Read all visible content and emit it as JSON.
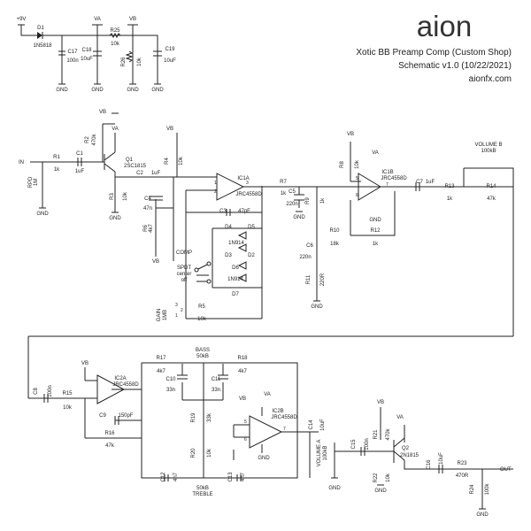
{
  "header": {
    "logo": "aion",
    "title": "Xotic BB Preamp Comp (Custom Shop)",
    "version": "Schematic v1.0 (10/22/2021)",
    "site": "aionfx.com"
  },
  "labels": [
    {
      "id": "p9v",
      "text": "+9V"
    },
    {
      "id": "va1",
      "text": "VA"
    },
    {
      "id": "vb1",
      "text": "VB"
    },
    {
      "id": "d1",
      "text": "D1"
    },
    {
      "id": "d1v",
      "text": "1N5818"
    },
    {
      "id": "r25",
      "text": "R25"
    },
    {
      "id": "r25v",
      "text": "10k"
    },
    {
      "id": "c17",
      "text": "C17"
    },
    {
      "id": "c17v",
      "text": "100n"
    },
    {
      "id": "c18",
      "text": "C18"
    },
    {
      "id": "c18v",
      "text": "10uF"
    },
    {
      "id": "r26",
      "text": "R26"
    },
    {
      "id": "r26v",
      "text": "10k"
    },
    {
      "id": "c19",
      "text": "C19"
    },
    {
      "id": "c19v",
      "text": "10uF"
    },
    {
      "id": "g1",
      "text": "GND"
    },
    {
      "id": "g2",
      "text": "GND"
    },
    {
      "id": "g3",
      "text": "GND"
    },
    {
      "id": "g4",
      "text": "GND"
    },
    {
      "id": "in",
      "text": "IN"
    },
    {
      "id": "r1",
      "text": "R1"
    },
    {
      "id": "r1v",
      "text": "1k"
    },
    {
      "id": "c1",
      "text": "C1"
    },
    {
      "id": "c1v",
      "text": "1uF"
    },
    {
      "id": "rpd",
      "text": "RPD"
    },
    {
      "id": "rpdv",
      "text": "1M"
    },
    {
      "id": "g5",
      "text": "GND"
    },
    {
      "id": "vb2",
      "text": "VB"
    },
    {
      "id": "va2",
      "text": "VA"
    },
    {
      "id": "r2",
      "text": "R2"
    },
    {
      "id": "r2v",
      "text": "470k"
    },
    {
      "id": "q1",
      "text": "Q1"
    },
    {
      "id": "q1v",
      "text": "2SC1815"
    },
    {
      "id": "r3",
      "text": "R3"
    },
    {
      "id": "r3v",
      "text": "10k"
    },
    {
      "id": "g6",
      "text": "GND"
    },
    {
      "id": "vb3",
      "text": "VB"
    },
    {
      "id": "r4",
      "text": "R4"
    },
    {
      "id": "r4v",
      "text": "10k"
    },
    {
      "id": "c2",
      "text": "C2"
    },
    {
      "id": "c2v",
      "text": "1uF"
    },
    {
      "id": "c4",
      "text": "C4"
    },
    {
      "id": "c4v",
      "text": "47n"
    },
    {
      "id": "r6",
      "text": "R6"
    },
    {
      "id": "r6v",
      "text": "4k7"
    },
    {
      "id": "vb4",
      "text": "VB"
    },
    {
      "id": "ic1a",
      "text": "IC1A"
    },
    {
      "id": "ic1av",
      "text": "JRC4558D"
    },
    {
      "id": "c3",
      "text": "C3"
    },
    {
      "id": "c3v",
      "text": "47pF"
    },
    {
      "id": "d4",
      "text": "D4"
    },
    {
      "id": "d5",
      "text": "D5"
    },
    {
      "id": "d3",
      "text": "D3"
    },
    {
      "id": "d2",
      "text": "D2"
    },
    {
      "id": "n914a",
      "text": "1N914"
    },
    {
      "id": "comp",
      "text": "COMP"
    },
    {
      "id": "spdt",
      "text": "SPDT"
    },
    {
      "id": "center",
      "text": "center"
    },
    {
      "id": "off",
      "text": "off"
    },
    {
      "id": "d6",
      "text": "D6"
    },
    {
      "id": "d7",
      "text": "D7"
    },
    {
      "id": "n914b",
      "text": "1N914"
    },
    {
      "id": "gain",
      "text": "GAIN"
    },
    {
      "id": "gainv",
      "text": "1MB"
    },
    {
      "id": "r5",
      "text": "R5"
    },
    {
      "id": "r5v",
      "text": "10k"
    },
    {
      "id": "r7",
      "text": "R7"
    },
    {
      "id": "r7v",
      "text": "1k"
    },
    {
      "id": "c5",
      "text": "C5"
    },
    {
      "id": "c5v",
      "text": "220n"
    },
    {
      "id": "r9",
      "text": "R9"
    },
    {
      "id": "r9v",
      "text": "1k"
    },
    {
      "id": "g7",
      "text": "GND"
    },
    {
      "id": "vb5",
      "text": "VB"
    },
    {
      "id": "r8",
      "text": "R8"
    },
    {
      "id": "r8v",
      "text": "10k"
    },
    {
      "id": "va3",
      "text": "VA"
    },
    {
      "id": "ic1b",
      "text": "IC1B"
    },
    {
      "id": "ic1bv",
      "text": "JRC4558D"
    },
    {
      "id": "g8",
      "text": "GND"
    },
    {
      "id": "r10",
      "text": "R10"
    },
    {
      "id": "r10v",
      "text": "18k"
    },
    {
      "id": "r12",
      "text": "R12"
    },
    {
      "id": "r12v",
      "text": "1k"
    },
    {
      "id": "c6",
      "text": "C6"
    },
    {
      "id": "c6v",
      "text": "220n"
    },
    {
      "id": "r11",
      "text": "R11"
    },
    {
      "id": "r11v",
      "text": "220R"
    },
    {
      "id": "g9",
      "text": "GND"
    },
    {
      "id": "c7",
      "text": "C7"
    },
    {
      "id": "c7v",
      "text": "1uF"
    },
    {
      "id": "volb",
      "text": "VOLUME B"
    },
    {
      "id": "volbv",
      "text": "100kB"
    },
    {
      "id": "r13",
      "text": "R13"
    },
    {
      "id": "r13v",
      "text": "1k"
    },
    {
      "id": "r14",
      "text": "R14"
    },
    {
      "id": "r14v",
      "text": "47k"
    },
    {
      "id": "c8",
      "text": "C8"
    },
    {
      "id": "c8v",
      "text": "100n"
    },
    {
      "id": "vb6",
      "text": "VB"
    },
    {
      "id": "r15",
      "text": "R15"
    },
    {
      "id": "r15v",
      "text": "10k"
    },
    {
      "id": "ic2a",
      "text": "IC2A"
    },
    {
      "id": "ic2av",
      "text": "JRC4558D"
    },
    {
      "id": "c9",
      "text": "C9"
    },
    {
      "id": "c9v",
      "text": "150pF"
    },
    {
      "id": "r16",
      "text": "R16"
    },
    {
      "id": "r16v",
      "text": "47k"
    },
    {
      "id": "r17",
      "text": "R17"
    },
    {
      "id": "r17v",
      "text": "4k7"
    },
    {
      "id": "bass",
      "text": "BASS"
    },
    {
      "id": "bassv",
      "text": "50kB"
    },
    {
      "id": "r18",
      "text": "R18"
    },
    {
      "id": "r18v",
      "text": "4k7"
    },
    {
      "id": "c10",
      "text": "C10"
    },
    {
      "id": "c10v",
      "text": "33n"
    },
    {
      "id": "c11",
      "text": "C11"
    },
    {
      "id": "c11v",
      "text": "33n"
    },
    {
      "id": "r19",
      "text": "R19"
    },
    {
      "id": "r19v",
      "text": "33k"
    },
    {
      "id": "r20",
      "text": "R20"
    },
    {
      "id": "r20v",
      "text": "10k"
    },
    {
      "id": "c12",
      "text": "C12"
    },
    {
      "id": "c12v",
      "text": "4n7"
    },
    {
      "id": "c13",
      "text": "C13"
    },
    {
      "id": "c13v",
      "text": "4n7"
    },
    {
      "id": "treble",
      "text": "TREBLE"
    },
    {
      "id": "treblev",
      "text": "50kB"
    },
    {
      "id": "va4",
      "text": "VA"
    },
    {
      "id": "vb7",
      "text": "VB"
    },
    {
      "id": "ic2b",
      "text": "IC2B"
    },
    {
      "id": "ic2bv",
      "text": "JRC4558D"
    },
    {
      "id": "g10",
      "text": "GND"
    },
    {
      "id": "c14",
      "text": "C14"
    },
    {
      "id": "c14v",
      "text": "10uF"
    },
    {
      "id": "vola",
      "text": "VOLUME A"
    },
    {
      "id": "volav",
      "text": "100kB"
    },
    {
      "id": "g11",
      "text": "GND"
    },
    {
      "id": "c15",
      "text": "C15"
    },
    {
      "id": "c15v",
      "text": "100n"
    },
    {
      "id": "vb8",
      "text": "VB"
    },
    {
      "id": "r21",
      "text": "R21"
    },
    {
      "id": "r21v",
      "text": "470k"
    },
    {
      "id": "r22",
      "text": "R22"
    },
    {
      "id": "r22v",
      "text": "10k"
    },
    {
      "id": "g12",
      "text": "GND"
    },
    {
      "id": "va5",
      "text": "VA"
    },
    {
      "id": "q2",
      "text": "Q2"
    },
    {
      "id": "q2v",
      "text": "2N1815"
    },
    {
      "id": "c16",
      "text": "C16"
    },
    {
      "id": "c16v",
      "text": "10uF"
    },
    {
      "id": "r23",
      "text": "R23"
    },
    {
      "id": "r23v",
      "text": "470R"
    },
    {
      "id": "r24",
      "text": "R24"
    },
    {
      "id": "r24v",
      "text": "100k"
    },
    {
      "id": "g13",
      "text": "GND"
    },
    {
      "id": "out",
      "text": "OUT"
    },
    {
      "id": "p1a",
      "text": "1"
    },
    {
      "id": "p2a",
      "text": "2"
    },
    {
      "id": "p3a",
      "text": "3"
    },
    {
      "id": "p1b",
      "text": "1"
    },
    {
      "id": "p2b",
      "text": "2"
    },
    {
      "id": "p3b",
      "text": "3"
    },
    {
      "id": "p5",
      "text": "5"
    },
    {
      "id": "p6",
      "text": "6"
    },
    {
      "id": "p7",
      "text": "7"
    },
    {
      "id": "p5b",
      "text": "5"
    },
    {
      "id": "p6b",
      "text": "6"
    },
    {
      "id": "p7b",
      "text": "7"
    }
  ]
}
